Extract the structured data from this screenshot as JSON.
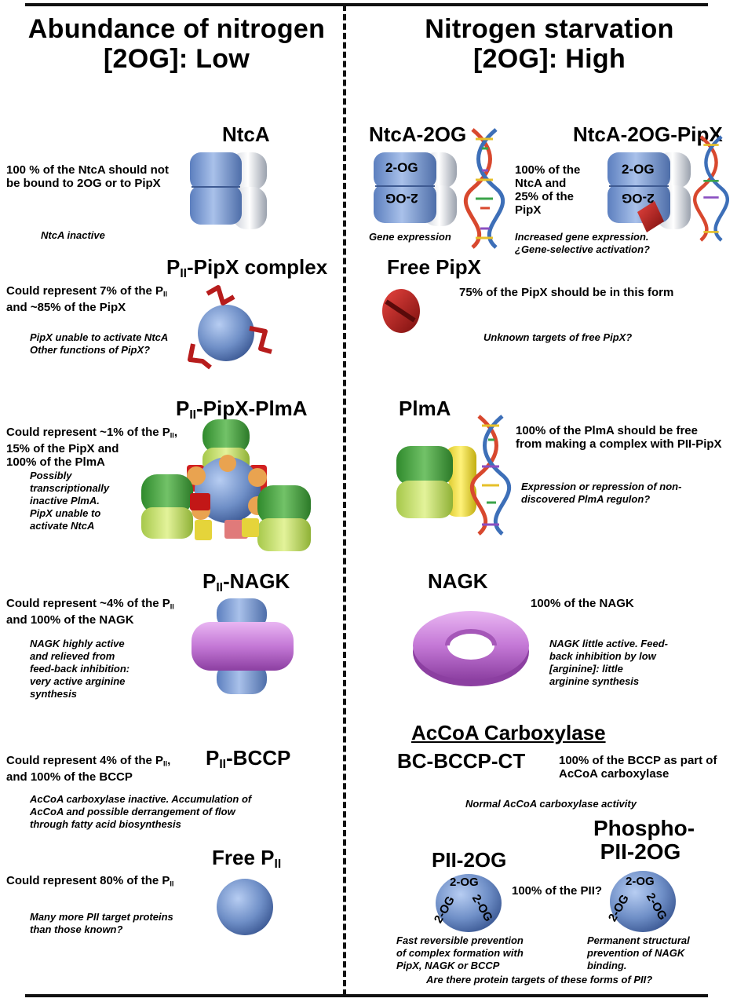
{
  "headers": {
    "left_line1": "Abundance of nitrogen",
    "left_line2": "[2OG]: Low",
    "right_line1": "Nitrogen starvation",
    "right_line2": "[2OG]: High"
  },
  "left": {
    "ntca": {
      "title": "NtcA",
      "desc_line1": "100 % of the NtcA should not",
      "desc_line2": "be bound to 2OG or to PipX",
      "note": "NtcA inactive"
    },
    "pii_pipx": {
      "title_prefix": "P",
      "title_sub": "II",
      "title_suffix": "-PipX complex",
      "desc_line1_prefix": "Could represent 7% of the P",
      "desc_line1_sub": "II",
      "desc_line2": "and ~85% of the PipX",
      "note_line1": "PipX unable to activate NtcA",
      "note_line2": "Other functions of PipX?"
    },
    "pii_pipx_plma": {
      "title_prefix": "P",
      "title_sub": "II",
      "title_suffix": "-PipX-PlmA",
      "desc_line1_prefix": "Could represent ~1% of the P",
      "desc_line1_sub": "II",
      "desc_line1_suffix": ",",
      "desc_line2": "15% of the PipX and",
      "desc_line3": "100% of the PlmA",
      "note_line1": "Possibly",
      "note_line2": "transcriptionally",
      "note_line3": "inactive PlmA.",
      "note_line4": "PipX unable to",
      "note_line5": "activate  NtcA"
    },
    "pii_nagk": {
      "title_prefix": "P",
      "title_sub": "II",
      "title_suffix": "-NAGK",
      "desc_line1_prefix": "Could represent ~4% of the P",
      "desc_line1_sub": "II",
      "desc_line2": "and 100% of  the NAGK",
      "note_line1": "NAGK highly active",
      "note_line2": "and relieved  from",
      "note_line3": "feed-back inhibition:",
      "note_line4": "very active arginine",
      "note_line5": "synthesis"
    },
    "pii_bccp": {
      "title_prefix": "P",
      "title_sub": "II",
      "title_suffix": "-BCCP",
      "desc_line1_prefix": "Could represent 4% of the P",
      "desc_line1_sub": "II",
      "desc_line1_suffix": ",",
      "desc_line2": "and 100% of  the BCCP",
      "note_line1": "AcCoA carboxylase inactive. Accumulation of",
      "note_line2": "AcCoA and possible derrangement of flow",
      "note_line3": "through fatty acid biosynthesis"
    },
    "free_pii": {
      "title_prefix": "Free P",
      "title_sub": "II",
      "desc_prefix": "Could represent 80% of the P",
      "desc_sub": "II",
      "note_line1": "Many more PII target proteins",
      "note_line2": "than those known?"
    }
  },
  "right": {
    "ntca_2og": {
      "title": "NtcA-2OG",
      "label_top": "2-OG",
      "label_bottom": "2-OG",
      "note": "Gene expression"
    },
    "ntca_2og_pipx": {
      "title": "NtcA-2OG-PipX",
      "label_top": "2-OG",
      "label_bottom": "2-OG",
      "desc_line1": "100% of the",
      "desc_line2": "NtcA and",
      "desc_line3": "25% of the",
      "desc_line4": "PipX",
      "note_line1": "Increased gene expression.",
      "note_line2": "¿Gene-selective activation?"
    },
    "free_pipx": {
      "title": "Free PipX",
      "desc": "75% of the PipX should be in this form",
      "note": "Unknown targets of free PipX?"
    },
    "plma": {
      "title": "PlmA",
      "desc_line1": "100% of the PlmA should be free",
      "desc_line2": "from making a complex with PII-PipX",
      "note_line1": "Expression or repression of non-",
      "note_line2": "discovered PlmA regulon?"
    },
    "nagk": {
      "title": "NAGK",
      "desc": "100% of the NAGK",
      "note_line1": "NAGK little active. Feed-",
      "note_line2": "back inhibition by low",
      "note_line3": "[arginine]: little",
      "note_line4": "arginine synthesis"
    },
    "accoa": {
      "heading": "AcCoA Carboxylase",
      "title": "BC-BCCP-CT",
      "desc_line1": "100% of the BCCP as part of",
      "desc_line2": "AcCoA carboxylase",
      "note": "Normal AcCoA carboxylase activity"
    },
    "pii_2og": {
      "title": "PII-2OG",
      "label": "2-OG",
      "note_line1": "Fast reversible prevention",
      "note_line2": "of complex formation with",
      "note_line3": "PipX, NAGK or BCCP"
    },
    "middle_text": "100% of the PII?",
    "phospho_pii_2og": {
      "title_line1": "Phospho-",
      "title_line2": "PII-2OG",
      "label": "2-OG",
      "note_line1": "Permanent structural",
      "note_line2": "prevention of NAGK",
      "note_line3": "binding."
    },
    "bottom_question": "Are there protein targets of these forms of PII?"
  },
  "colors": {
    "pii_blue": "#6f8fc7",
    "ntca_blue": "#7d9bd0",
    "pipx_red": "#c0201f",
    "plma_green": "#3f9e3c",
    "plma_yellow_green": "#b5d65a",
    "nagk_purple": "#c87ad8",
    "dna_red": "#d8482e",
    "dna_blue": "#3d6fb8"
  },
  "icons": [
    "ntca-dimer-icon",
    "pii-trimer-icon",
    "pipx-icon",
    "plma-dimer-icon",
    "nagk-ring-icon",
    "dna-helix-icon"
  ]
}
